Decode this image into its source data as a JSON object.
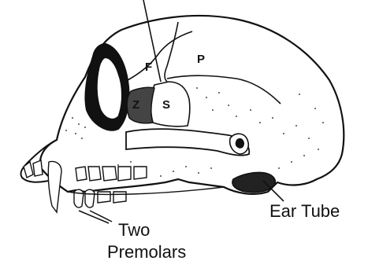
{
  "diagram": {
    "bone_labels": {
      "frontal": "F",
      "parietal": "P",
      "zygomatic": "Z",
      "sphenoid": "S"
    },
    "callouts": {
      "ear_tube": "Ear Tube",
      "premolars_line1": "Two",
      "premolars_line2": "Premolars"
    },
    "colors": {
      "ink": "#111111",
      "background": "#ffffff"
    }
  }
}
